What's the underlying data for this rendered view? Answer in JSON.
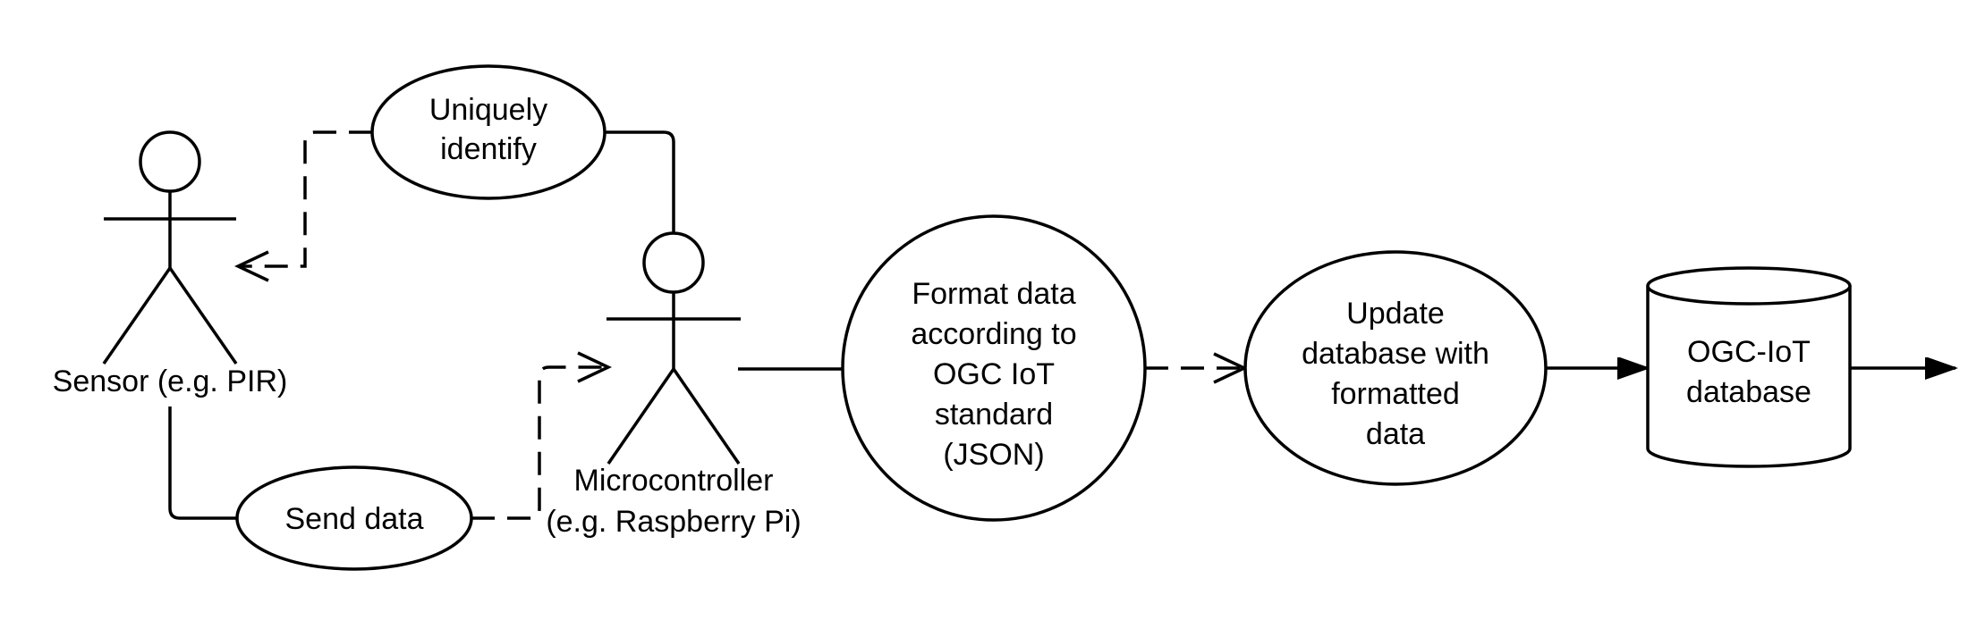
{
  "actors": {
    "sensor": {
      "label": "Sensor (e.g. PIR)"
    },
    "microcontroller": {
      "label_line1": "Microcontroller",
      "label_line2": "(e.g. Raspberry Pi)"
    }
  },
  "use_cases": {
    "uniquely_identify": {
      "line1": "Uniquely",
      "line2": "identify"
    },
    "send_data": {
      "label": "Send data"
    },
    "format_data": {
      "lines": [
        "Format data",
        "according to",
        "OGC IoT",
        "standard",
        "(JSON)"
      ]
    },
    "update_database": {
      "lines": [
        "Update",
        "database with",
        "formatted",
        "data"
      ]
    }
  },
  "database": {
    "line1": "OGC-IoT",
    "line2": "database"
  }
}
